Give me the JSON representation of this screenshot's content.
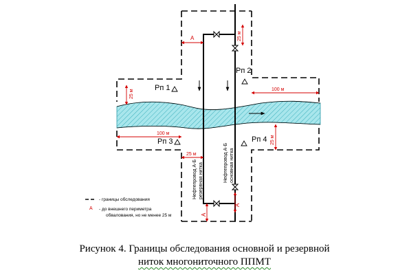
{
  "diagram": {
    "benchmarks": [
      "Рп 1",
      "Рп 2",
      "Рп 3",
      "Рп 4"
    ],
    "dims": {
      "d100": "100 м",
      "d25": "25 м",
      "A": "А"
    },
    "pipe_reserve": [
      "Нефтепровод А-Б",
      "резервная нитка"
    ],
    "pipe_main": [
      "Нефтепровод А-Б",
      "основная нитка"
    ],
    "legend": {
      "boundary_text": "- границы обследования",
      "a_symbol": "А",
      "a_text_1": "- до внешнего периметра",
      "a_text_2": "обвалования, но не менее 25 м"
    },
    "colors": {
      "river": "#a8e6ec",
      "river_hatch": "#3aaebb",
      "dimension": "#d40000",
      "lines": "#000000"
    }
  },
  "caption": {
    "line1": "Рисунок 4. Границы обследования основной и резервной",
    "line2": "ниток многониточного ППМТ"
  }
}
